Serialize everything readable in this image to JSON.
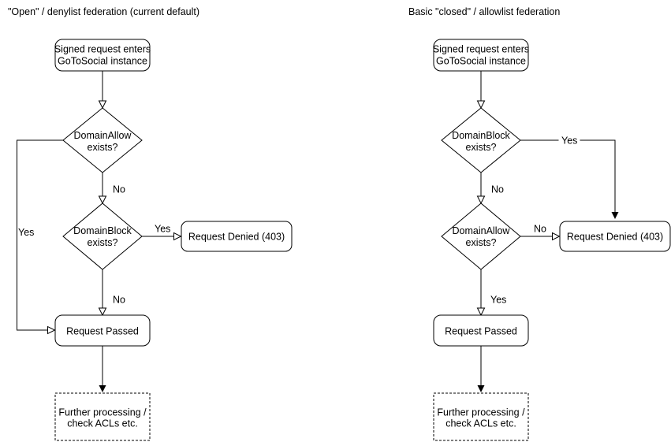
{
  "colors": {
    "stroke": "#000000",
    "node_fill": "#ffffff",
    "text": "#000000",
    "background": "#ffffff"
  },
  "left": {
    "title": "\"Open\" / denylist federation (current default)",
    "start_line1": "Signed request enters",
    "start_line2": "GoToSocial instance",
    "decision1_line1": "DomainAllow",
    "decision1_line2": "exists?",
    "decision1_no_label": "No",
    "decision1_yes_label": "Yes",
    "decision2_line1": "DomainBlock",
    "decision2_line2": "exists?",
    "decision2_yes_label": "Yes",
    "decision2_no_label": "No",
    "denied_label": "Request Denied (403)",
    "passed_label": "Request Passed",
    "further_line1": "Further processing /",
    "further_line2": "check ACLs etc."
  },
  "right": {
    "title": "Basic \"closed\" / allowlist federation",
    "start_line1": "Signed request enters",
    "start_line2": "GoToSocial instance",
    "decision1_line1": "DomainBlock",
    "decision1_line2": "exists?",
    "decision1_yes_label": "Yes",
    "decision1_no_label": "No",
    "decision2_line1": "DomainAllow",
    "decision2_line2": "exists?",
    "decision2_no_label": "No",
    "decision2_yes_label": "Yes",
    "denied_label": "Request Denied (403)",
    "passed_label": "Request Passed",
    "further_line1": "Further processing /",
    "further_line2": "check ACLs etc."
  }
}
